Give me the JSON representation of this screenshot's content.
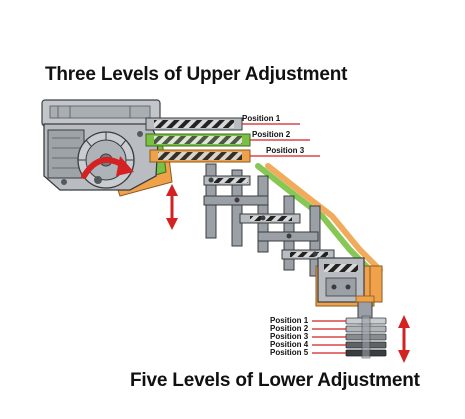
{
  "titles": {
    "upper": "Three Levels of Upper Adjustment",
    "lower": "Five Levels of Lower Adjustment"
  },
  "upper_positions": [
    "Position 1",
    "Position 2",
    "Position 3"
  ],
  "lower_positions": [
    "Position 1",
    "Position 2",
    "Position 3",
    "Position 4",
    "Position 5"
  ],
  "colors": {
    "arrow": "#d42222",
    "leader_line": "#d42222",
    "arm_gray": "#9aa0a6",
    "arm_dark": "#3a3d40",
    "arm_green": "#7ac143",
    "arm_orange": "#f0a24a",
    "body_gray": "#b9bdc1",
    "track_stripe": "#222222"
  },
  "icons": {
    "rotation_arrow": "curved-arrow-icon",
    "upper_arrow": "double-arrow-icon",
    "lower_arrow": "double-arrow-icon"
  }
}
